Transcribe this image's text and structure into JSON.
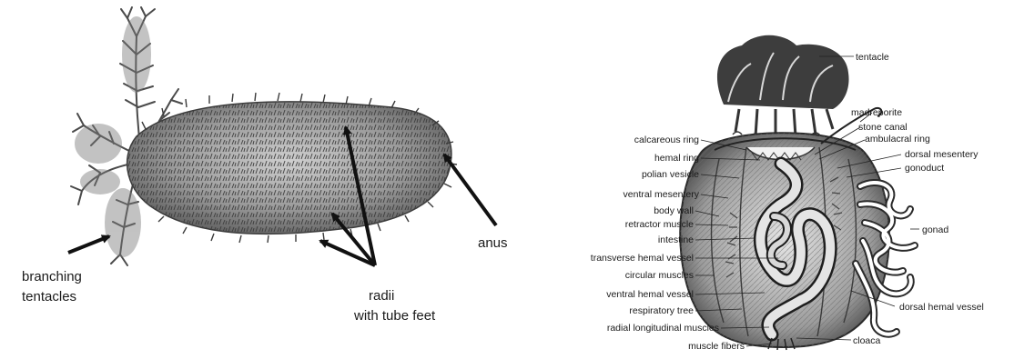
{
  "external": {
    "labels": {
      "branching": "branching",
      "tentacles": "tentacles",
      "radii": "radii",
      "with_tube_feet": "with tube feet",
      "anus": "anus"
    }
  },
  "internal": {
    "labels": {
      "tentacle": "tentacle",
      "madreporite": "madreporite",
      "stone_canal": "stone canal",
      "ambulacral_ring": "ambulacral ring",
      "dorsal_mesentery": "dorsal mesentery",
      "gonoduct": "gonoduct",
      "gonad": "gonad",
      "dorsal_hemal_vessel": "dorsal hemal vessel",
      "cloaca": "cloaca",
      "calcareous_ring": "calcareous ring",
      "hemal_ring": "hemal ring",
      "polian_vesicle": "polian vesicle",
      "ventral_mesentery": "ventral mesentery",
      "body_wall": "body wall",
      "retractor_muscle": "retractor muscle",
      "intestine": "intestine",
      "transverse_hemal_vessel": "transverse hemal vessel",
      "circular_muscles": "circular muscles",
      "ventral_hemal_vessel": "ventral hemal vessel",
      "respiratory_tree": "respiratory tree",
      "radial_longitudinal_muscles": "radial longitudinal muscles",
      "muscle_fibers": "muscle fibers"
    }
  }
}
